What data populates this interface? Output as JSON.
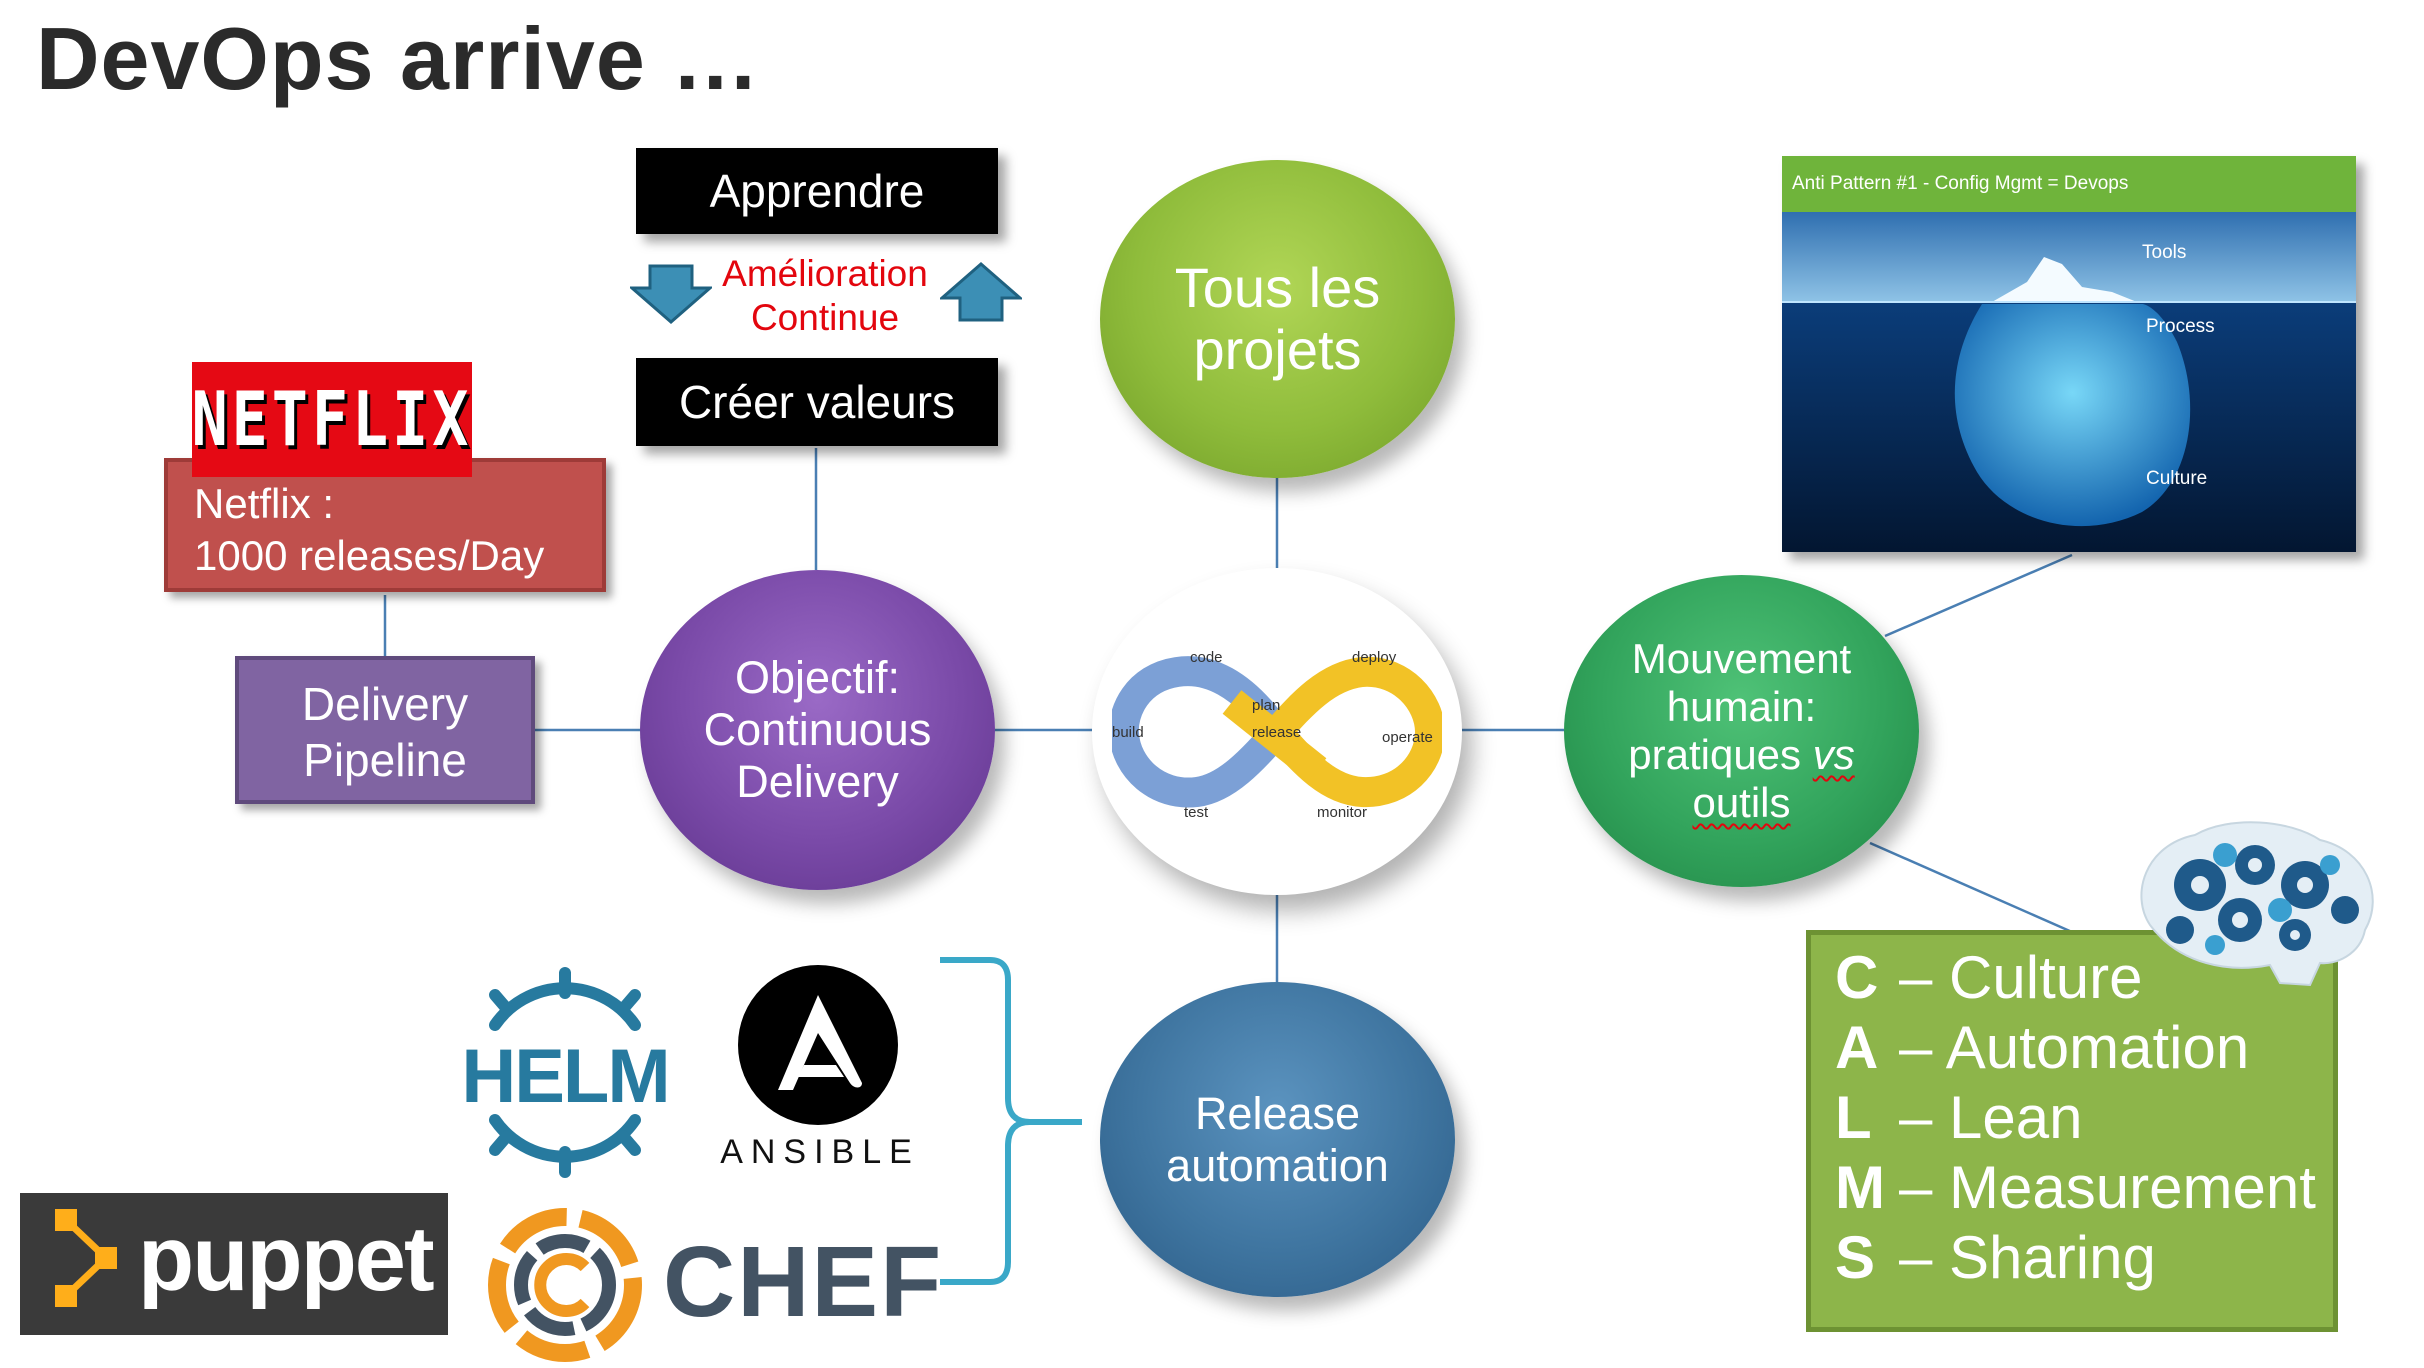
{
  "slide": {
    "title": "DevOps arrive …"
  },
  "loop_top": {
    "top_box": "Apprendre",
    "middle_text_line1": "Amélioration",
    "middle_text_line2": "Continue",
    "bottom_box": "Créer valeurs"
  },
  "netflix": {
    "logo_text": "NETFLIX",
    "box_line1": "Netflix :",
    "box_line2": "1000 releases/Day"
  },
  "delivery_pipeline": {
    "line1": "Delivery",
    "line2": "Pipeline"
  },
  "center": {
    "objectif": [
      "Objectif:",
      "Continuous",
      "Delivery"
    ],
    "tous": [
      "Tous les",
      "projets"
    ],
    "mouvement": [
      "Mouvement",
      "humain:",
      "pratiques",
      "vs",
      "outils"
    ],
    "release": [
      "Release",
      "automation"
    ],
    "devops_loop_labels": [
      "code",
      "plan",
      "build",
      "release",
      "deploy",
      "operate",
      "test",
      "monitor"
    ]
  },
  "iceberg": {
    "header": "Anti Pattern #1 - Config Mgmt = Devops",
    "labels": [
      "Tools",
      "Process",
      "Culture"
    ]
  },
  "calms": {
    "rows": [
      {
        "letter": "C",
        "text": "– Culture"
      },
      {
        "letter": "A",
        "text": "– Automation"
      },
      {
        "letter": "L",
        "text": "– Lean"
      },
      {
        "letter": "M",
        "text": "– Measurement"
      },
      {
        "letter": "S",
        "text": "– Sharing"
      }
    ]
  },
  "tools": {
    "helm": "HELM",
    "ansible": "ANSIBLE",
    "chef": "CHEF",
    "puppet": "puppet"
  },
  "colors": {
    "green_light": "#8fbc3b",
    "purple": "#7a4aa8",
    "green": "#32a45c",
    "blue": "#3f75a0",
    "red_box": "#c0504d",
    "netflix_red": "#e50914",
    "delivery_purple": "#8064a2",
    "calms_green": "#8db54a",
    "helm_blue": "#277a9f",
    "chef_orange": "#f09820",
    "chef_navy": "#435363",
    "puppet_orange": "#ffae1a"
  }
}
